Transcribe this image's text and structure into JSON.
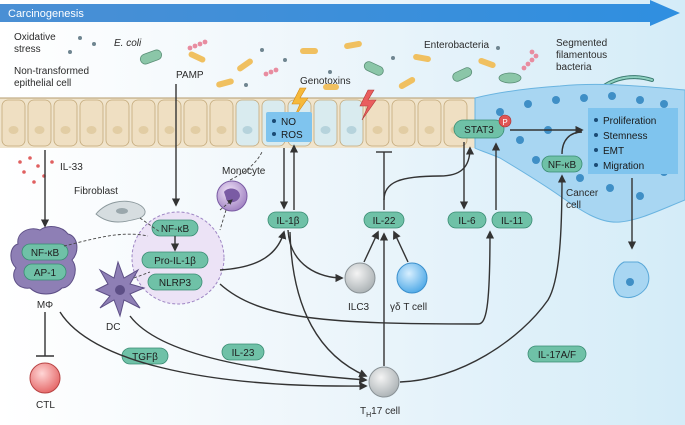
{
  "banner": {
    "label": "Carcinogenesis"
  },
  "labels": {
    "oxidative_stress": [
      "Oxidative",
      "stress"
    ],
    "ecoli": "E. coli",
    "pamp": "PAMP",
    "enterobacteria": "Enterobacteria",
    "sfb": [
      "Segmented",
      "filamentous",
      "bacteria"
    ],
    "epithelial": [
      "Non-transformed",
      "epithelial cell"
    ],
    "genotoxins": "Genotoxins",
    "il33": "IL-33",
    "fibroblast": "Fibroblast",
    "monocyte": "Monocyte",
    "cancer_cell": [
      "Cancer",
      "cell"
    ],
    "mphi": "MΦ",
    "dc": "DC",
    "ilc3": "ILC3",
    "gdt": "γδ T cell",
    "ctl": "CTL",
    "th17_main": "T",
    "th17_sub": "H",
    "th17_rest": "17 cell"
  },
  "no_ros": [
    "NO",
    "ROS"
  ],
  "stat3": "STAT3",
  "phospho": "P",
  "outcomes": [
    "Proliferation",
    "Stemness",
    "EMT",
    "Migration"
  ],
  "pills": {
    "nfkb_macro": "NF-κB",
    "ap1": "AP-1",
    "nfkb_inflam": "NF-κB",
    "pro_il1b": "Pro-IL-1β",
    "nlrp3": "NLRP3",
    "il1b": "IL-1β",
    "il22": "IL-22",
    "il6": "IL-6",
    "il11": "IL-11",
    "nfkb_cancer": "NF-κB",
    "tgfb": "TGFβ",
    "il23": "IL-23",
    "il17af": "IL-17A/F"
  }
}
